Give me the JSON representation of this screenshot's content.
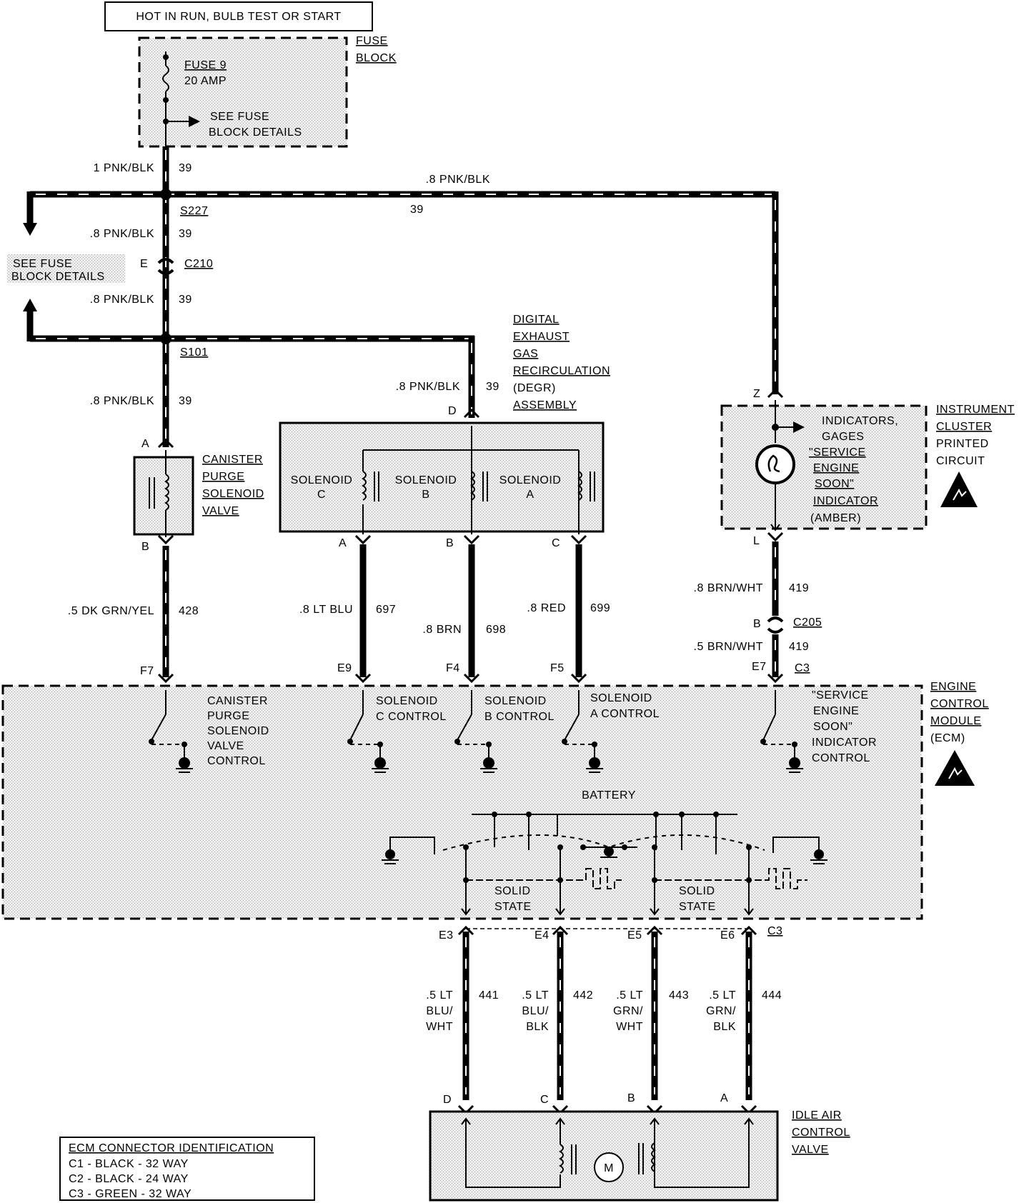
{
  "header": {
    "power_label": "HOT IN RUN, BULB TEST OR START"
  },
  "fuse_block": {
    "label_lines": [
      "FUSE",
      "BLOCK"
    ],
    "fuse_name": "FUSE 9",
    "fuse_rating": "20 AMP",
    "details_lines": [
      "SEE FUSE",
      "BLOCK DETAILS"
    ]
  },
  "see_fuse_left_lines": [
    "SEE FUSE",
    "BLOCK DETAILS"
  ],
  "splices": {
    "s227": "S227",
    "s101": "S101"
  },
  "connectors": {
    "c210": "C210",
    "c210_pin": "E",
    "c205": "C205",
    "c205_pin": "B",
    "c3_upper": "C3",
    "c3_lower": "C3"
  },
  "wires": {
    "w_main": {
      "gauge": "1 PNK/BLK",
      "circuit": "39"
    },
    "w_top": {
      "gauge": ".8 PNK/BLK",
      "circuit": "39"
    },
    "w_c210_upper": {
      "gauge": ".8 PNK/BLK",
      "circuit": "39"
    },
    "w_c210_lower": {
      "gauge": ".8 PNK/BLK",
      "circuit": "39"
    },
    "w_canister_feed": {
      "gauge": ".8 PNK/BLK",
      "circuit": "39"
    },
    "w_degr_feed": {
      "gauge": ".8 PNK/BLK",
      "circuit": "39"
    },
    "w_canister_ctrl": {
      "gauge": ".5 DK GRN/YEL",
      "circuit": "428"
    },
    "w_sol_c": {
      "gauge": ".8 LT BLU",
      "circuit": "697"
    },
    "w_sol_b": {
      "gauge": ".8 BRN",
      "circuit": "698"
    },
    "w_sol_a": {
      "gauge": ".8 RED",
      "circuit": "699"
    },
    "w_ses_upper": {
      "gauge": ".8 BRN/WHT",
      "circuit": "419"
    },
    "w_ses_lower": {
      "gauge": ".5 BRN/WHT",
      "circuit": "419"
    },
    "w_iac_d": {
      "gauge_lines": [
        ".5 LT",
        "BLU/",
        "WHT"
      ],
      "circuit": "441"
    },
    "w_iac_c": {
      "gauge_lines": [
        ".5 LT",
        "BLU/",
        "BLK"
      ],
      "circuit": "442"
    },
    "w_iac_b": {
      "gauge_lines": [
        ".5 LT",
        "GRN/",
        "WHT"
      ],
      "circuit": "443"
    },
    "w_iac_a": {
      "gauge_lines": [
        ".5 LT",
        "GRN/",
        "BLK"
      ],
      "circuit": "444"
    }
  },
  "degr": {
    "label_lines": [
      "DIGITAL",
      "EXHAUST",
      "GAS",
      "RECIRCULATION",
      "(DEGR)",
      "ASSEMBLY"
    ],
    "pin_feed": "D",
    "solenoids": [
      {
        "lines": [
          "SOLENOID",
          "C"
        ],
        "pin": "A"
      },
      {
        "lines": [
          "SOLENOID",
          "B"
        ],
        "pin": "B"
      },
      {
        "lines": [
          "SOLENOID",
          "A"
        ],
        "pin": "C"
      }
    ]
  },
  "canister": {
    "label_lines": [
      "CANISTER",
      "PURGE",
      "SOLENOID",
      "VALVE"
    ],
    "pin_top": "A",
    "pin_bottom": "B"
  },
  "cluster": {
    "label_lines": [
      "INSTRUMENT",
      "CLUSTER",
      "PRINTED",
      "CIRCUIT"
    ],
    "pin_top": "Z",
    "pin_bottom": "L",
    "indicator_lines": [
      "INDICATORS,",
      "GAGES",
      "\"SERVICE",
      "ENGINE",
      "SOON\"",
      "INDICATOR",
      "(AMBER)"
    ]
  },
  "ecm": {
    "label_lines": [
      "ENGINE",
      "CONTROL",
      "MODULE",
      "(ECM)"
    ],
    "pins_top": [
      "F7",
      "E9",
      "F4",
      "F5",
      "E7"
    ],
    "pins_bottom": [
      "E3",
      "E4",
      "E5",
      "E6"
    ],
    "controls": [
      {
        "lines": [
          "CANISTER",
          "PURGE",
          "SOLENOID",
          "VALVE",
          "CONTROL"
        ]
      },
      {
        "lines": [
          "SOLENOID",
          "C CONTROL"
        ]
      },
      {
        "lines": [
          "SOLENOID",
          "B CONTROL"
        ]
      },
      {
        "lines": [
          "SOLENOID",
          "A CONTROL"
        ]
      },
      {
        "lines": [
          "\"SERVICE",
          "ENGINE",
          "SOON\"",
          "INDICATOR",
          "CONTROL"
        ]
      }
    ],
    "battery_label": "BATTERY",
    "solid_state_lines": [
      "SOLID",
      "STATE"
    ]
  },
  "iac": {
    "label_lines": [
      "IDLE AIR",
      "CONTROL",
      "VALVE"
    ],
    "pins": [
      "D",
      "C",
      "B",
      "A"
    ],
    "motor_symbol": "M"
  },
  "legend": {
    "title": "ECM CONNECTOR IDENTIFICATION",
    "rows": [
      "C1 - BLACK - 32 WAY",
      "C2 - BLACK - 24 WAY",
      "C3 - GREEN - 32 WAY"
    ]
  }
}
